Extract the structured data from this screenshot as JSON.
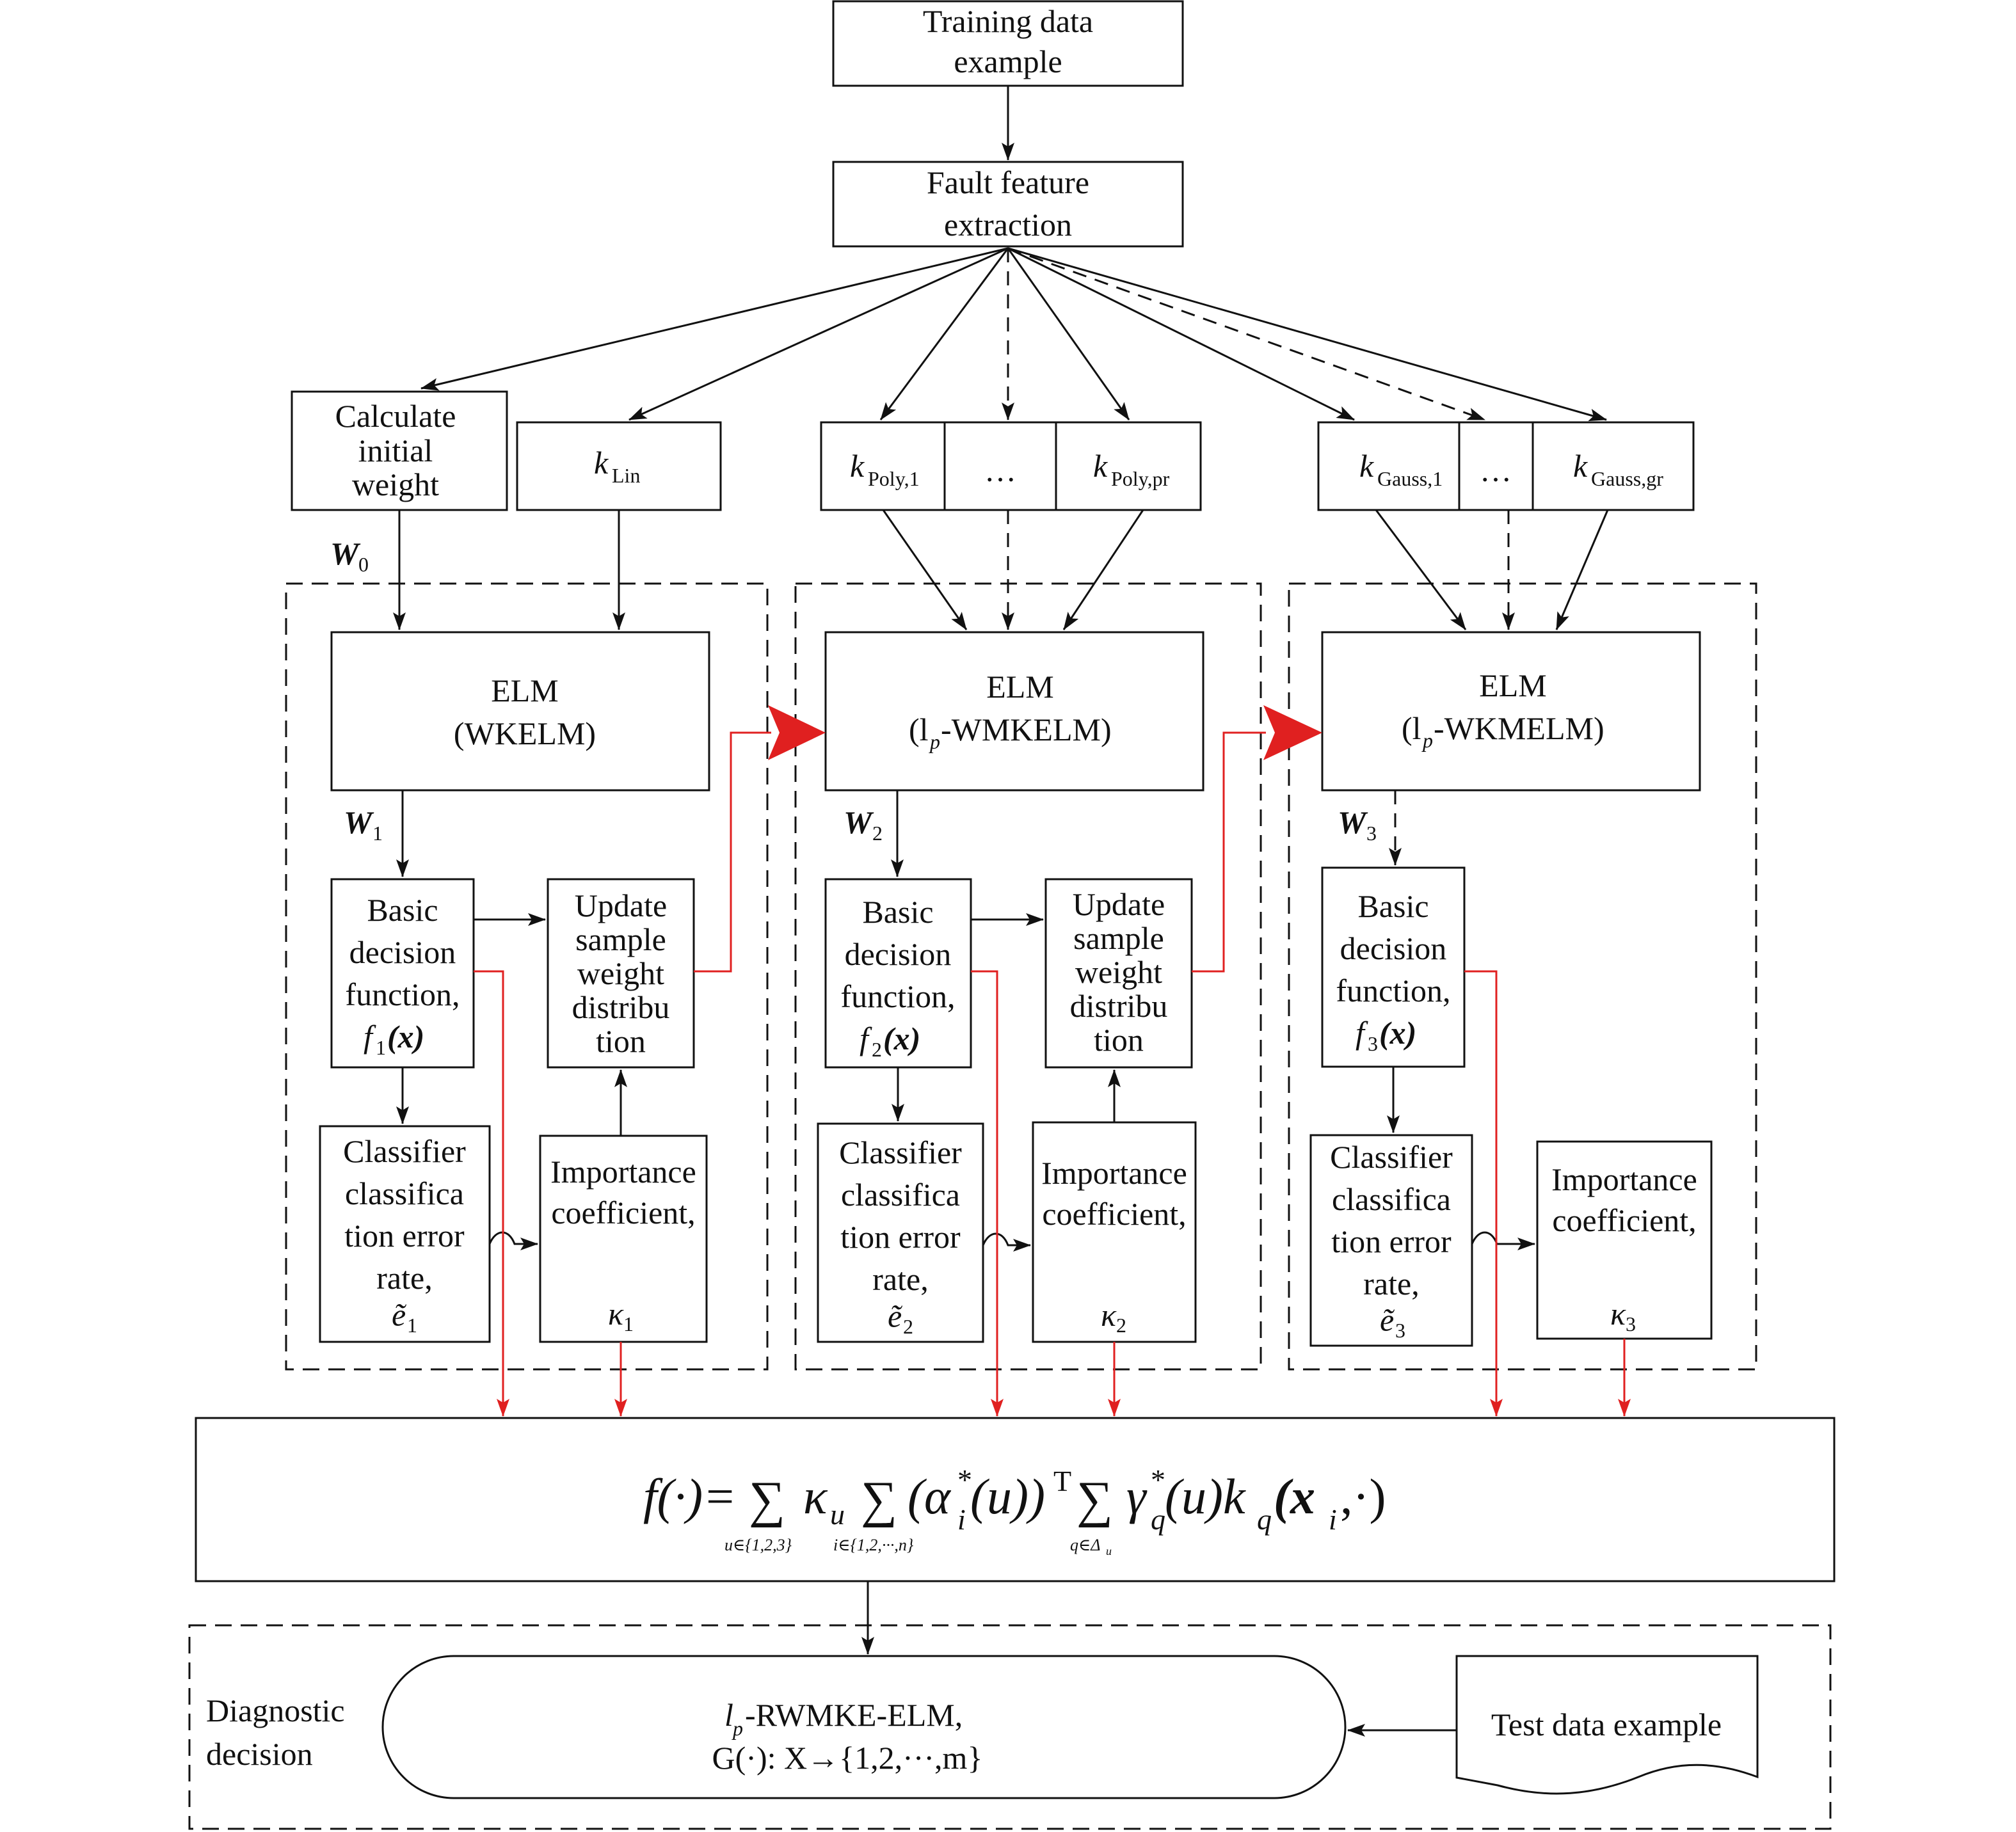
{
  "top": {
    "training": [
      "Training data",
      "example"
    ],
    "fault": [
      "Fault feature",
      "extraction"
    ]
  },
  "weights": {
    "calc": [
      "Calculate",
      "initial",
      "weight"
    ],
    "w0": "W",
    "w0_sub": "0",
    "w1": "W",
    "w1_sub": "1",
    "w2": "W",
    "w2_sub": "2",
    "w3": "W",
    "w3_sub": "3"
  },
  "kernels": {
    "lin": "k",
    "lin_sub": "Lin",
    "poly1": "k",
    "poly1_sub": "Poly,1",
    "poly_dots": "…",
    "polypr": "k",
    "polypr_sub": "Poly,pr",
    "gauss1": "k",
    "gauss1_sub": "Gauss,1",
    "gauss_dots": "…",
    "gaussgr": "k",
    "gaussgr_sub": "Gauss,gr"
  },
  "stages": [
    {
      "elm_title": "ELM",
      "elm_l": "",
      "elm_p": "",
      "elm_rest": "(WKELM)",
      "basic": [
        "Basic",
        "decision",
        "function,"
      ],
      "f": "f",
      "f_sub": "1",
      "f_arg": "(x)",
      "update": [
        "Update",
        "sample",
        "weight",
        "distribu",
        "tion"
      ],
      "err": [
        "Classifier",
        "classifica",
        "tion error",
        "rate,"
      ],
      "e": "ẽ",
      "e_sub": "1",
      "imp": [
        "Importance",
        "coefficient,"
      ],
      "kappa": "κ",
      "kappa_sub": "1"
    },
    {
      "elm_title": "ELM",
      "elm_l": "(l",
      "elm_p": "p",
      "elm_rest": "-WMKELM)",
      "basic": [
        "Basic",
        "decision",
        "function,"
      ],
      "f": "f",
      "f_sub": "2",
      "f_arg": "(x)",
      "update": [
        "Update",
        "sample",
        "weight",
        "distribu",
        "tion"
      ],
      "err": [
        "Classifier",
        "classifica",
        "tion error",
        "rate,"
      ],
      "e": "ẽ",
      "e_sub": "2",
      "imp": [
        "Importance",
        "coefficient,"
      ],
      "kappa": "κ",
      "kappa_sub": "2"
    },
    {
      "elm_title": "ELM",
      "elm_l": "(l",
      "elm_p": "p",
      "elm_rest": "-WKMELM)",
      "basic": [
        "Basic",
        "decision",
        "function,"
      ],
      "f": "f",
      "f_sub": "3",
      "f_arg": "(x)",
      "update": [],
      "err": [
        "Classifier",
        "classifica",
        "tion error",
        "rate,"
      ],
      "e": "ẽ",
      "e_sub": "3",
      "imp": [
        "Importance",
        "coefficient,"
      ],
      "kappa": "κ",
      "kappa_sub": "3"
    }
  ],
  "formula": {
    "lhs": "f(·)=",
    "sum": "∑",
    "kappa": "κ",
    "kappa_sub": "u",
    "alpha": "(α",
    "alpha_sup": "*",
    "alpha_sub": "i",
    "alpha_arg": "(u))",
    "alpha_T": "T",
    "gamma": "γ",
    "gamma_sup": "*",
    "gamma_sub": "q",
    "gamma_arg": "(u)k",
    "k_sub": "q",
    "kx": "(x",
    "kx_sub": "i",
    "kx_end": ",·)",
    "idx1": "u∈{1,2,3}",
    "idx2": "i∈{1,2,···,n}",
    "idx3": "q∈Δ",
    "idx3_sub": "u"
  },
  "bottom": {
    "diag": [
      "Diagnostic",
      "decision"
    ],
    "model_l": "l",
    "model_p": "p",
    "model_rest": "-RWMKE-ELM,",
    "model_g": "G(·): X→{1,2,···,m}",
    "test": "Test data example"
  },
  "colors": {
    "line": "#111111",
    "feedback": "#e02020"
  }
}
